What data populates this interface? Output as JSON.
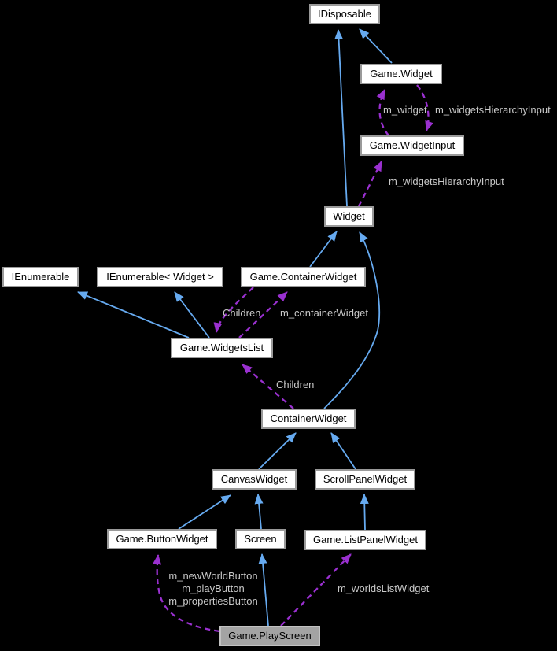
{
  "diagram": {
    "kind": "class-collaboration-graph",
    "background": "#000000",
    "colors": {
      "inheritance_edge": "#66aaf0",
      "usage_edge": "#9a30d0",
      "edge_label_text": "#c9c9c9",
      "node_fill": "#ffffff",
      "node_border": "#9a9a9a",
      "node_text": "#000000",
      "focus_node_fill": "#a3a3a3",
      "focus_node_border": "#c2c2c2"
    },
    "nodes": [
      {
        "id": "idisposable",
        "label": "IDisposable"
      },
      {
        "id": "game-widget",
        "label": "Game.Widget"
      },
      {
        "id": "game-widgetinput",
        "label": "Game.WidgetInput"
      },
      {
        "id": "widget",
        "label": "Widget"
      },
      {
        "id": "ienumerable",
        "label": "IEnumerable"
      },
      {
        "id": "ienumerable-widget",
        "label": "IEnumerable< Widget >"
      },
      {
        "id": "game-containerwidget",
        "label": "Game.ContainerWidget"
      },
      {
        "id": "game-widgetslist",
        "label": "Game.WidgetsList"
      },
      {
        "id": "containerwidget",
        "label": "ContainerWidget"
      },
      {
        "id": "canvaswidget",
        "label": "CanvasWidget"
      },
      {
        "id": "scrollpanelwidget",
        "label": "ScrollPanelWidget"
      },
      {
        "id": "game-buttonwidget",
        "label": "Game.ButtonWidget"
      },
      {
        "id": "screen",
        "label": "Screen"
      },
      {
        "id": "game-listpanelwidget",
        "label": "Game.ListPanelWidget"
      },
      {
        "id": "game-playscreen",
        "label": "Game.PlayScreen",
        "focus": true
      }
    ],
    "edge_labels": [
      {
        "id": "m-widget",
        "text": "m_widget"
      },
      {
        "id": "m-widgetshierarchyinput-top",
        "text": "m_widgetsHierarchyInput"
      },
      {
        "id": "m-widgetshierarchyinput-mid",
        "text": "m_widgetsHierarchyInput"
      },
      {
        "id": "children-upper",
        "text": "Children"
      },
      {
        "id": "m-containerwidget",
        "text": "m_containerWidget"
      },
      {
        "id": "children-lower",
        "text": "Children"
      },
      {
        "id": "m-newworldbutton",
        "text": "m_newWorldButton"
      },
      {
        "id": "m-playbutton",
        "text": "m_playButton"
      },
      {
        "id": "m-propertiesbutton",
        "text": "m_propertiesButton"
      },
      {
        "id": "m-worldslistwidget",
        "text": "m_worldsListWidget"
      }
    ],
    "edges": [
      {
        "from": "Widget",
        "to": "IDisposable",
        "type": "inheritance",
        "label": ""
      },
      {
        "from": "Game.Widget",
        "to": "IDisposable",
        "type": "inheritance",
        "label": ""
      },
      {
        "from": "Game.WidgetInput",
        "to": "Game.Widget",
        "type": "usage",
        "label": "m_widget"
      },
      {
        "from": "Game.Widget",
        "to": "Game.WidgetInput",
        "type": "usage",
        "label": "m_widgetsHierarchyInput"
      },
      {
        "from": "Widget",
        "to": "Game.WidgetInput",
        "type": "usage",
        "label": "m_widgetsHierarchyInput"
      },
      {
        "from": "Game.ContainerWidget",
        "to": "Widget",
        "type": "inheritance",
        "label": ""
      },
      {
        "from": "ContainerWidget",
        "to": "Widget",
        "type": "inheritance",
        "label": ""
      },
      {
        "from": "Game.WidgetsList",
        "to": "IEnumerable",
        "type": "inheritance",
        "label": ""
      },
      {
        "from": "Game.WidgetsList",
        "to": "IEnumerable< Widget >",
        "type": "inheritance",
        "label": ""
      },
      {
        "from": "Game.ContainerWidget",
        "to": "Game.WidgetsList",
        "type": "usage",
        "label": "Children"
      },
      {
        "from": "Game.WidgetsList",
        "to": "Game.ContainerWidget",
        "type": "usage",
        "label": "m_containerWidget"
      },
      {
        "from": "ContainerWidget",
        "to": "Game.WidgetsList",
        "type": "usage",
        "label": "Children"
      },
      {
        "from": "CanvasWidget",
        "to": "ContainerWidget",
        "type": "inheritance",
        "label": ""
      },
      {
        "from": "ScrollPanelWidget",
        "to": "ContainerWidget",
        "type": "inheritance",
        "label": ""
      },
      {
        "from": "Game.ButtonWidget",
        "to": "CanvasWidget",
        "type": "inheritance",
        "label": ""
      },
      {
        "from": "Screen",
        "to": "CanvasWidget",
        "type": "inheritance",
        "label": ""
      },
      {
        "from": "Game.ListPanelWidget",
        "to": "ScrollPanelWidget",
        "type": "inheritance",
        "label": ""
      },
      {
        "from": "Game.PlayScreen",
        "to": "Screen",
        "type": "inheritance",
        "label": ""
      },
      {
        "from": "Game.PlayScreen",
        "to": "Game.ButtonWidget",
        "type": "usage",
        "label": "m_newWorldButton m_playButton m_propertiesButton"
      },
      {
        "from": "Game.PlayScreen",
        "to": "Game.ListPanelWidget",
        "type": "usage",
        "label": "m_worldsListWidget"
      }
    ]
  }
}
